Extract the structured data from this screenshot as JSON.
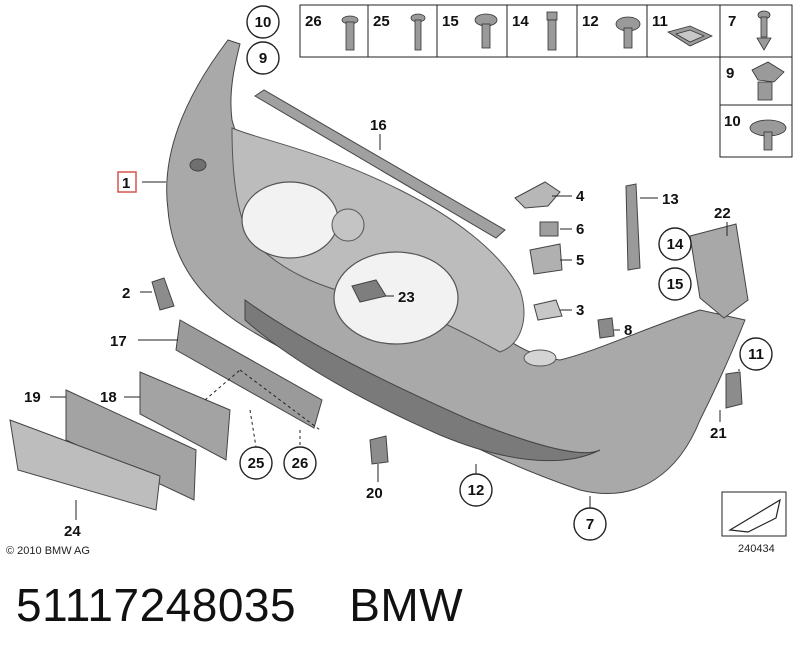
{
  "caption": {
    "part_number": "51117248035",
    "brand": "BMW"
  },
  "copyright": "© 2010 BMW AG",
  "diagram_id": "240434",
  "parts_box": {
    "top_row": [
      "26",
      "25",
      "15",
      "14",
      "12",
      "11",
      "7"
    ],
    "side_column": [
      "9",
      "10"
    ]
  },
  "callouts": {
    "c10_top": "10",
    "c9_top": "9",
    "c1": "1",
    "c16": "16",
    "c4": "4",
    "c6": "6",
    "c5": "5",
    "c3": "3",
    "c8": "8",
    "c13": "13",
    "c14": "14",
    "c15": "15",
    "c22": "22",
    "c11": "11",
    "c21": "21",
    "c2": "2",
    "c23": "23",
    "c17": "17",
    "c19": "19",
    "c18": "18",
    "c25": "25",
    "c26": "26",
    "c20": "20",
    "c12": "12",
    "c7": "7",
    "c24": "24"
  },
  "colors": {
    "bumper_fill": "#a9a9a9",
    "bumper_dark": "#7a7a7a",
    "highlight_box": "#d9534f",
    "line": "#111111"
  }
}
